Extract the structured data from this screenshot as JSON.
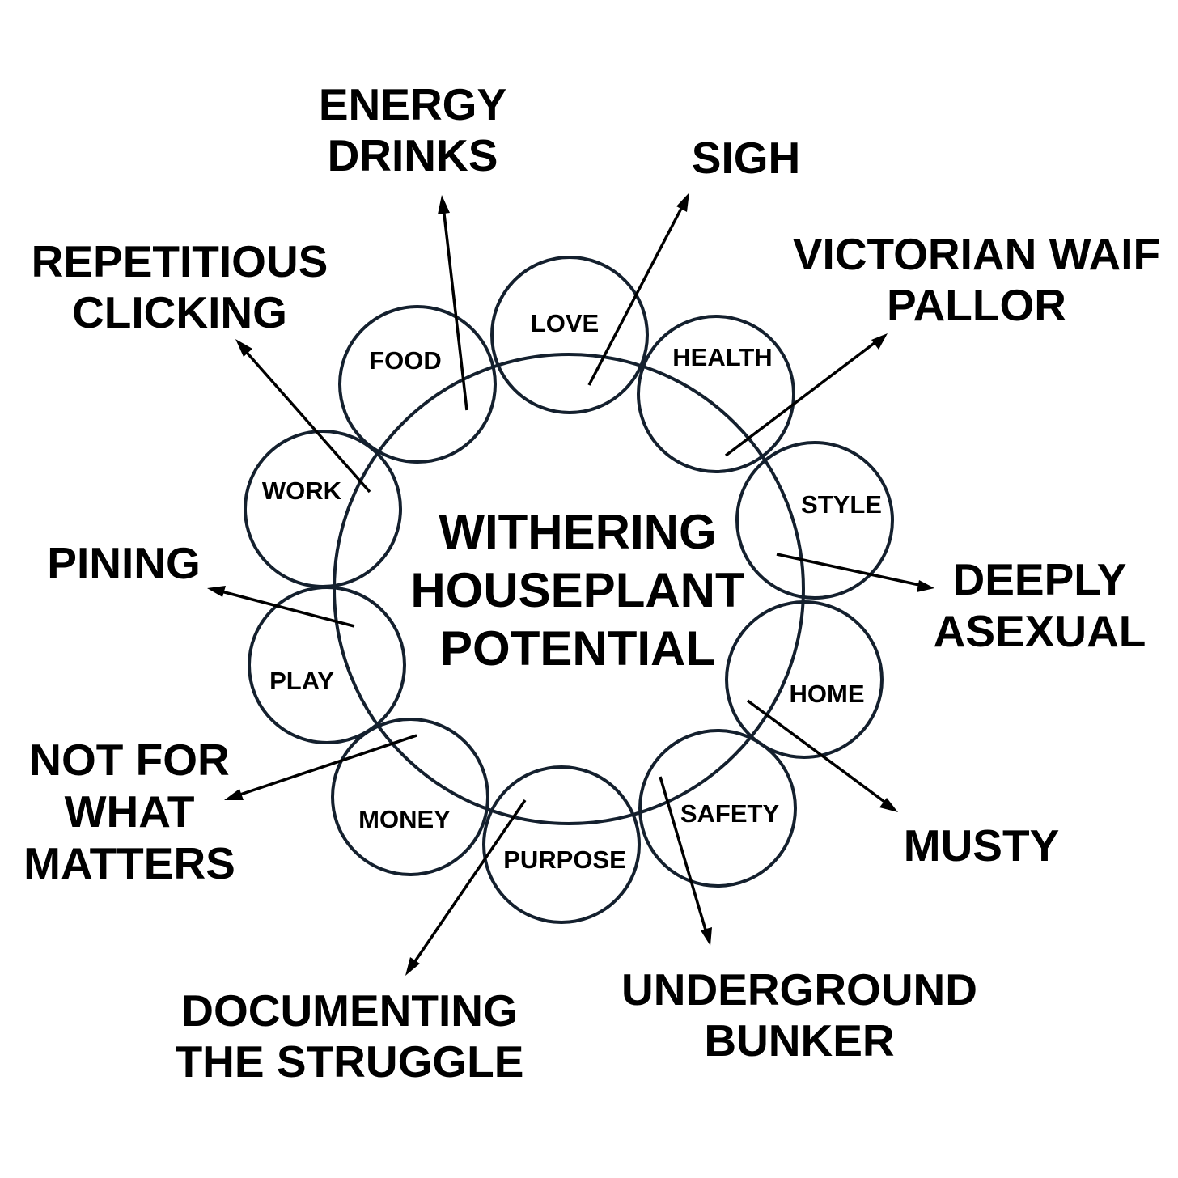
{
  "center": {
    "title_lines": [
      "WITHERING",
      "HOUSEPLANT",
      "POTENTIAL"
    ]
  },
  "petals": [
    "LOVE",
    "HEALTH",
    "STYLE",
    "HOME",
    "SAFETY",
    "PURPOSE",
    "MONEY",
    "PLAY",
    "WORK",
    "FOOD"
  ],
  "outcomes": {
    "sigh": [
      "SIGH"
    ],
    "victorian_waif_pallor": [
      "VICTORIAN WAIF",
      "PALLOR"
    ],
    "deeply_asexual": [
      "DEEPLY",
      "ASEXUAL"
    ],
    "musty": [
      "MUSTY"
    ],
    "underground_bunker": [
      "UNDERGROUND",
      "BUNKER"
    ],
    "documenting_the_struggle": [
      "DOCUMENTING",
      "THE STRUGGLE"
    ],
    "not_for_what_matters": [
      "NOT FOR",
      "WHAT",
      "MATTERS"
    ],
    "pining": [
      "PINING"
    ],
    "repetitious_clicking": [
      "REPETITIOUS",
      "CLICKING"
    ],
    "energy_drinks": [
      "ENERGY",
      "DRINKS"
    ]
  },
  "colors": {
    "circle_stroke": "#14202e",
    "arrow": "#000000",
    "text": "#000000",
    "background": "#ffffff"
  }
}
